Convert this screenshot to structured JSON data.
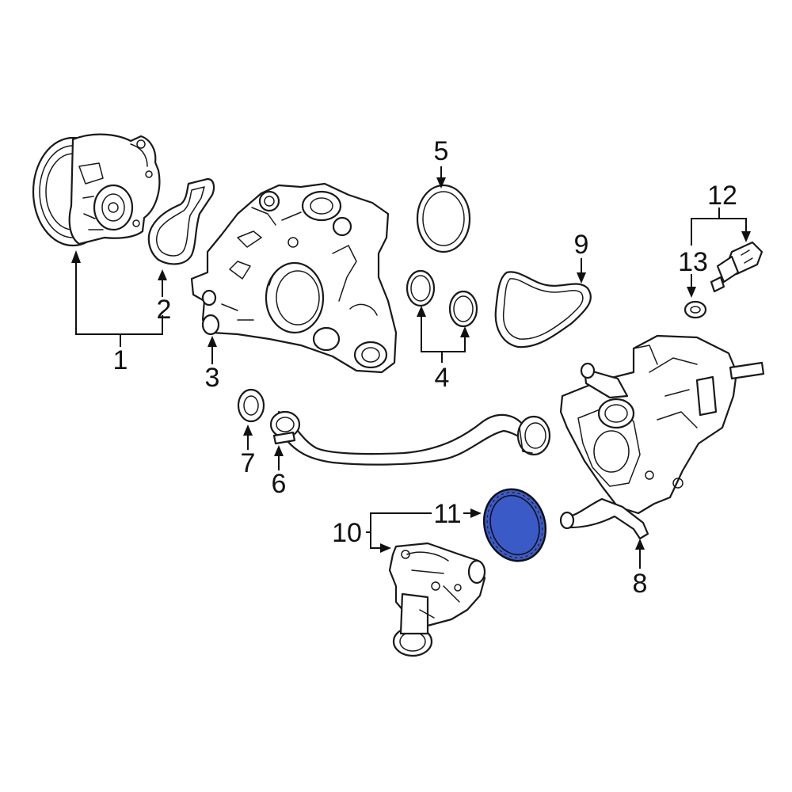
{
  "diagram": {
    "highlight_color": "#3a5bc7",
    "callouts": [
      {
        "id": "1",
        "label": "1"
      },
      {
        "id": "2",
        "label": "2"
      },
      {
        "id": "3",
        "label": "3"
      },
      {
        "id": "4",
        "label": "4"
      },
      {
        "id": "5",
        "label": "5"
      },
      {
        "id": "6",
        "label": "6"
      },
      {
        "id": "7",
        "label": "7"
      },
      {
        "id": "8",
        "label": "8"
      },
      {
        "id": "9",
        "label": "9"
      },
      {
        "id": "10",
        "label": "10"
      },
      {
        "id": "11",
        "label": "11"
      },
      {
        "id": "12",
        "label": "12"
      },
      {
        "id": "13",
        "label": "13"
      }
    ]
  }
}
